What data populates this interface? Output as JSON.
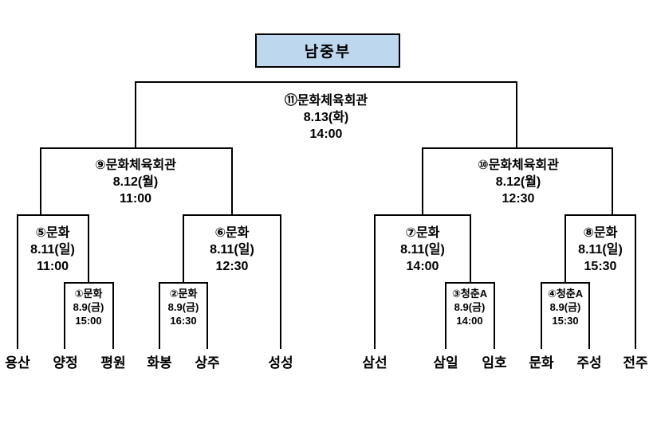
{
  "title": "남중부",
  "colors": {
    "title_fill": "#BDD7EE",
    "line": "#000000"
  },
  "matches": [
    {
      "label": "①문화",
      "date": "8.9(금)",
      "time": "15:00"
    },
    {
      "label": "②문화",
      "date": "8.9(금)",
      "time": "16:30"
    },
    {
      "label": "③청춘A",
      "date": "8.9(금)",
      "time": "14:00"
    },
    {
      "label": "④청춘A",
      "date": "8.9(금)",
      "time": "15:30"
    },
    {
      "label": "⑤문화",
      "date": "8.11(일)",
      "time": "11:00"
    },
    {
      "label": "⑥문화",
      "date": "8.11(일)",
      "time": "12:30"
    },
    {
      "label": "⑦문화",
      "date": "8.11(일)",
      "time": "14:00"
    },
    {
      "label": "⑧문화",
      "date": "8.11(일)",
      "time": "15:30"
    },
    {
      "label": "⑨문화체육회관",
      "date": "8.12(월)",
      "time": "11:00"
    },
    {
      "label": "⑩문화체육회관",
      "date": "8.12(월)",
      "time": "12:30"
    },
    {
      "label": "⑪문화체육회관",
      "date": "8.13(화)",
      "time": "14:00"
    }
  ],
  "teams": [
    "용산",
    "양정",
    "평원",
    "화봉",
    "상주",
    "성성",
    "삼선",
    "삼일",
    "임호",
    "문화",
    "주성",
    "전주"
  ]
}
